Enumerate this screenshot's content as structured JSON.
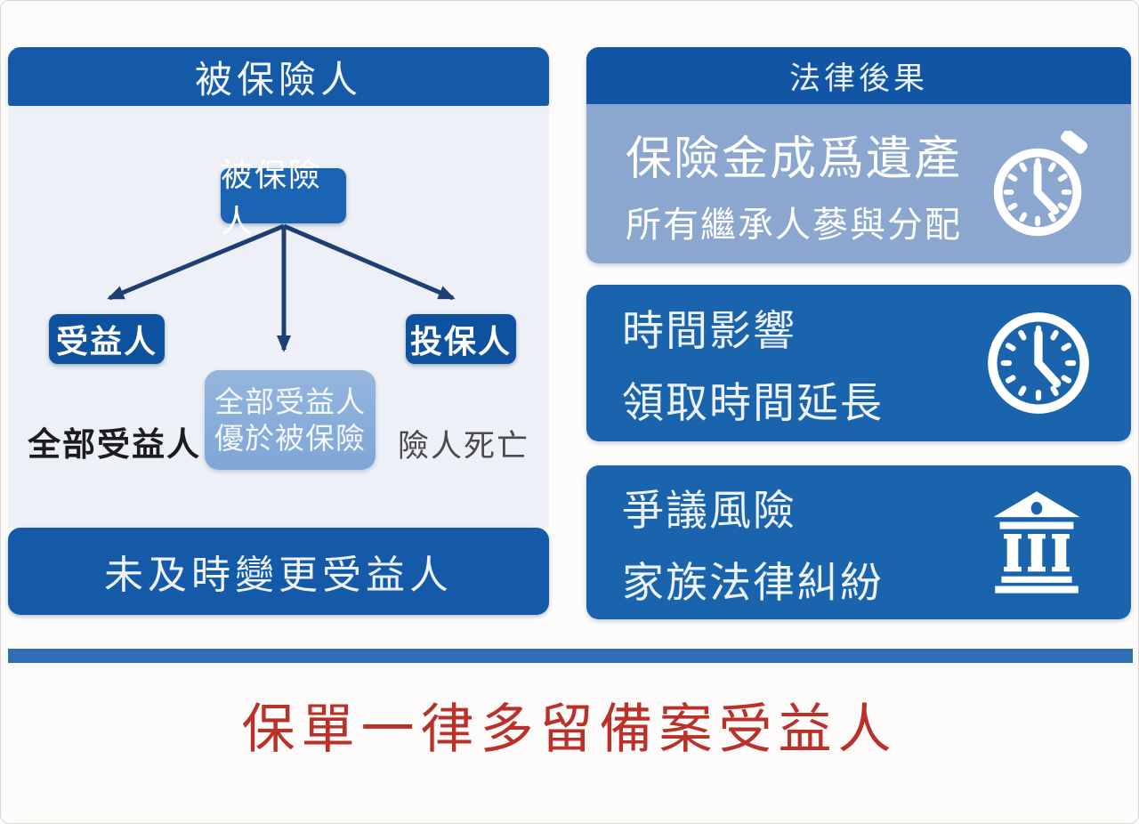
{
  "left_panel": {
    "header": "被保險人",
    "flow": {
      "root_box": "被保險人",
      "left_box": "受益人",
      "right_box": "投保人",
      "center_box_line1": "全部受益人",
      "center_box_line2": "優於被保險",
      "left_caption": "全部受益人",
      "right_caption": "險人死亡"
    },
    "footer": "未及時變更受益人"
  },
  "right_panel": {
    "header": "法律後果",
    "cards": [
      {
        "icon": "stopwatch-icon",
        "line1": "保險金成爲遺產",
        "line2": "所有繼承人蔘與分配"
      },
      {
        "icon": "clock-icon",
        "line1": "時間影響",
        "line2": "領取時間延長"
      },
      {
        "icon": "bank-icon",
        "line1": "爭議風險",
        "line2": "家族法律糾紛"
      }
    ]
  },
  "headline": "保單一律多留備案受益人",
  "colors": {
    "dark_blue": "#155aa9",
    "node_blue": "#0e519f",
    "root_blue": "#1b63b3",
    "card_blue": "#1a63ad",
    "light_card_blue": "#8ba7d0",
    "panel_body": "#edf0f6",
    "soft_box_blue": "#7ea6d6",
    "divider_blue": "#2e6fb4",
    "headline_red": "#b93129",
    "arrow_navy": "#1e3f73"
  }
}
